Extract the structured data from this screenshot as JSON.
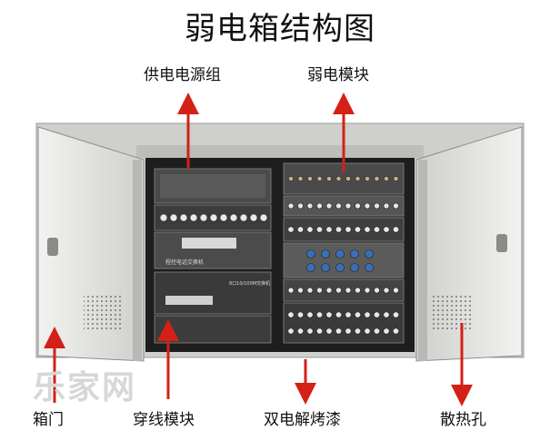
{
  "title": "弱电箱结构图",
  "watermark": "乐家网",
  "labels": {
    "power_group": "供电电源组",
    "weak_module": "弱电模块",
    "box_door": "箱门",
    "wiring_module": "穿线模块",
    "paint": "双电解烤漆",
    "vent_holes": "散热孔"
  },
  "device_text": {
    "phone_switch": "程控电话交换机",
    "network_switch": "8口10/100M交换机"
  },
  "colors": {
    "arrow": "#d42016",
    "cabinet": "#2b2b2b",
    "door": "#e6e6e3"
  }
}
